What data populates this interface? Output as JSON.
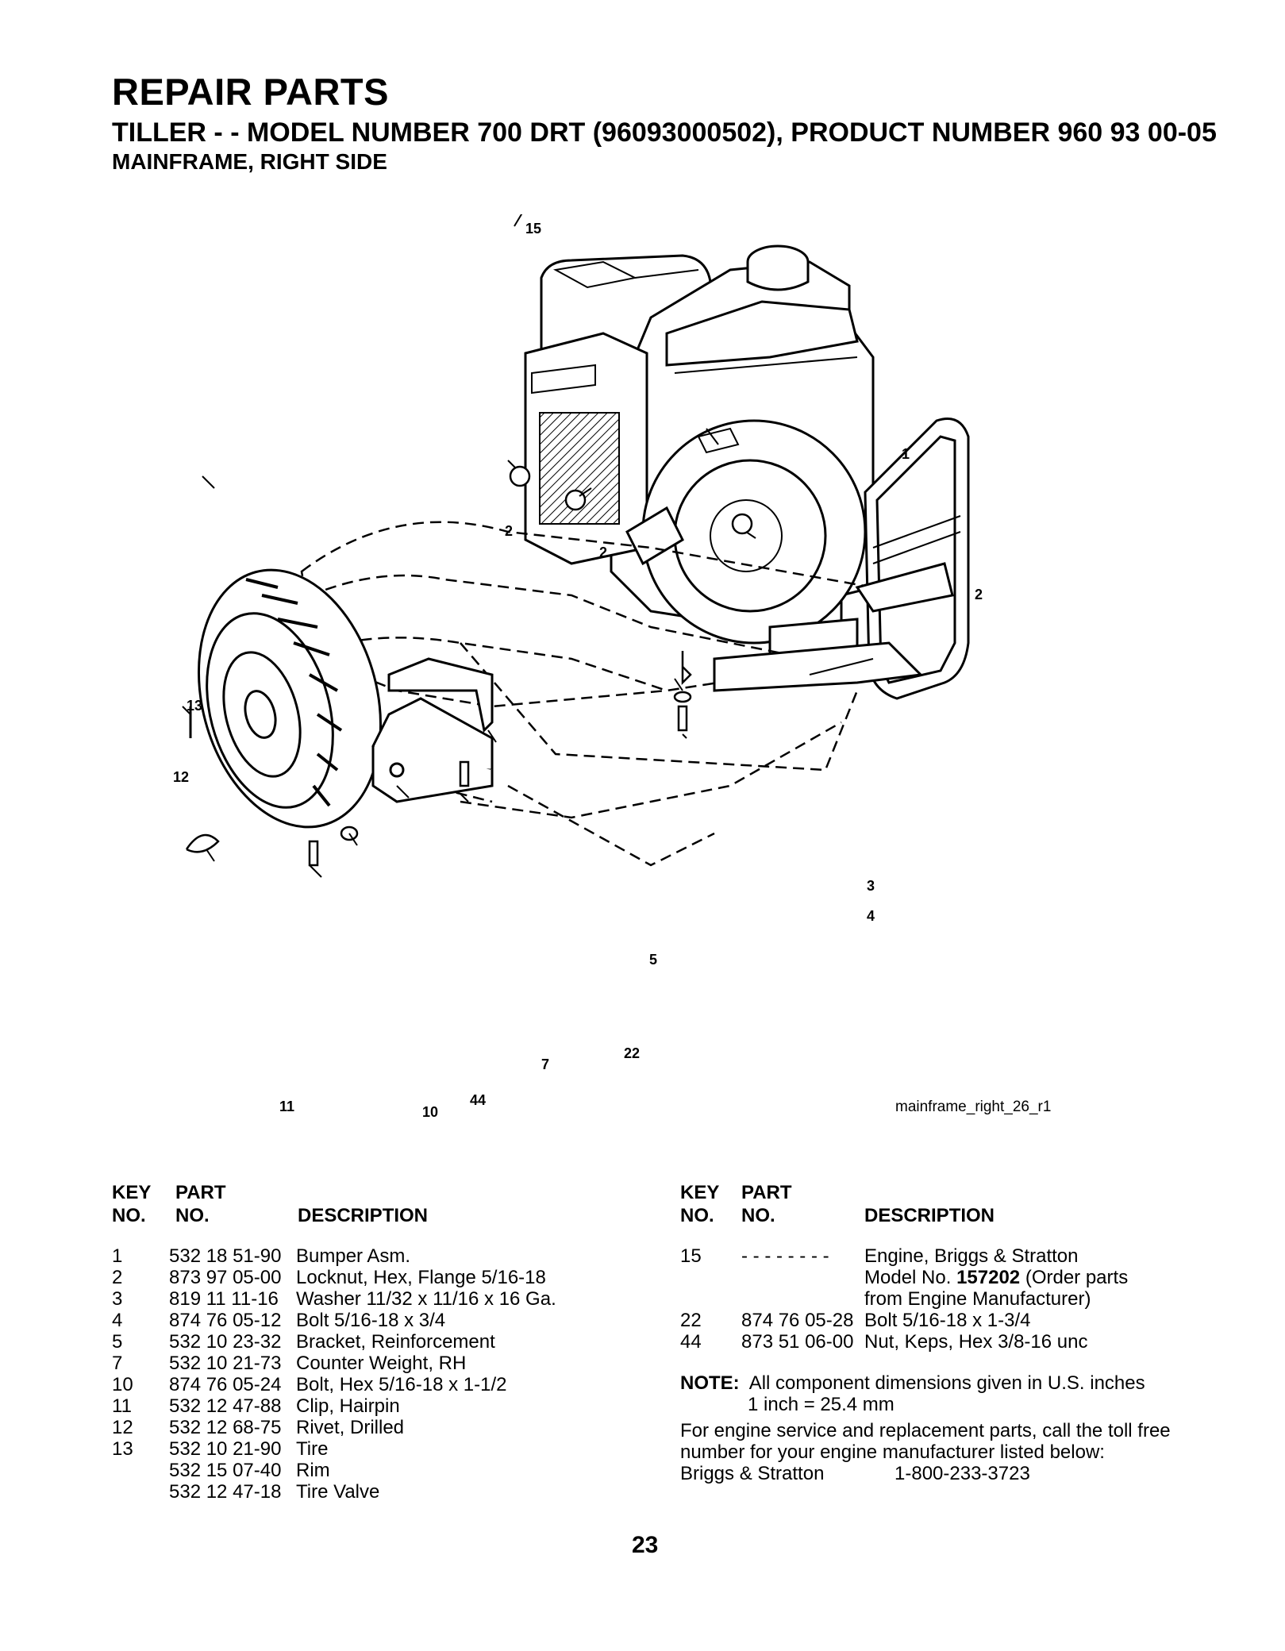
{
  "header": {
    "title": "REPAIR PARTS",
    "subtitle": "TILLER - - MODEL NUMBER 700 DRT (96093000502), PRODUCT NUMBER 960 93 00-05",
    "section": "MAINFRAME, RIGHT SIDE"
  },
  "diagram": {
    "caption": "mainframe_right_26_r1",
    "callouts": [
      "15",
      "1",
      "2",
      "2",
      "2",
      "13",
      "12",
      "3",
      "4",
      "5",
      "22",
      "7",
      "44",
      "11",
      "10"
    ]
  },
  "table_headers": {
    "key": "KEY",
    "no": "NO.",
    "part": "PART",
    "part_no": "NO.",
    "description": "DESCRIPTION"
  },
  "parts_left": [
    {
      "key": "1",
      "part": "532 18 51-90",
      "desc": "Bumper Asm."
    },
    {
      "key": "2",
      "part": "873 97 05-00",
      "desc": "Locknut, Hex, Flange  5/16-18"
    },
    {
      "key": "3",
      "part": "819 11 11-16",
      "desc": "Washer 11/32 x 11/16 x 16 Ga."
    },
    {
      "key": "4",
      "part": "874 76 05-12",
      "desc": "Bolt 5/16-18 x 3/4"
    },
    {
      "key": "5",
      "part": "532 10 23-32",
      "desc": "Bracket, Reinforcement"
    },
    {
      "key": "7",
      "part": "532 10 21-73",
      "desc": "Counter Weight, RH"
    },
    {
      "key": "10",
      "part": "874 76 05-24",
      "desc": "Bolt, Hex  5/16-18 x 1-1/2"
    },
    {
      "key": "11",
      "part": "532 12 47-88",
      "desc": "Clip, Hairpin"
    },
    {
      "key": "12",
      "part": "532 12 68-75",
      "desc": "Rivet, Drilled"
    },
    {
      "key": "13",
      "part": "532 10 21-90",
      "desc": "Tire"
    },
    {
      "key": "",
      "part": "532 15 07-40",
      "desc": "Rim"
    },
    {
      "key": "",
      "part": "532 12 47-18",
      "desc": "Tire Valve"
    }
  ],
  "parts_right": {
    "engine": {
      "key": "15",
      "part": "- - - - - - - -",
      "desc_line1": "Engine, Briggs & Stratton",
      "desc_line2_prefix": "Model No. ",
      "desc_line2_model": "157202",
      "desc_line2_suffix": " (Order parts",
      "desc_line3": "from Engine Manufacturer)"
    },
    "rows": [
      {
        "key": "22",
        "part": "874 76 05-28",
        "desc": "Bolt 5/16-18 x 1-3/4"
      },
      {
        "key": "44",
        "part": "873 51 06-00",
        "desc": "Nut, Keps, Hex 3/8-16 unc"
      }
    ]
  },
  "note": {
    "label": "NOTE:",
    "text1": "All component dimensions given in U.S. inches",
    "text2": "1 inch = 25.4 mm",
    "service1": "For engine service and replacement parts, call the toll free",
    "service2": "number for your engine manufacturer listed below:",
    "manufacturer": "Briggs & Stratton",
    "phone": "1-800-233-3723"
  },
  "page_number": "23"
}
